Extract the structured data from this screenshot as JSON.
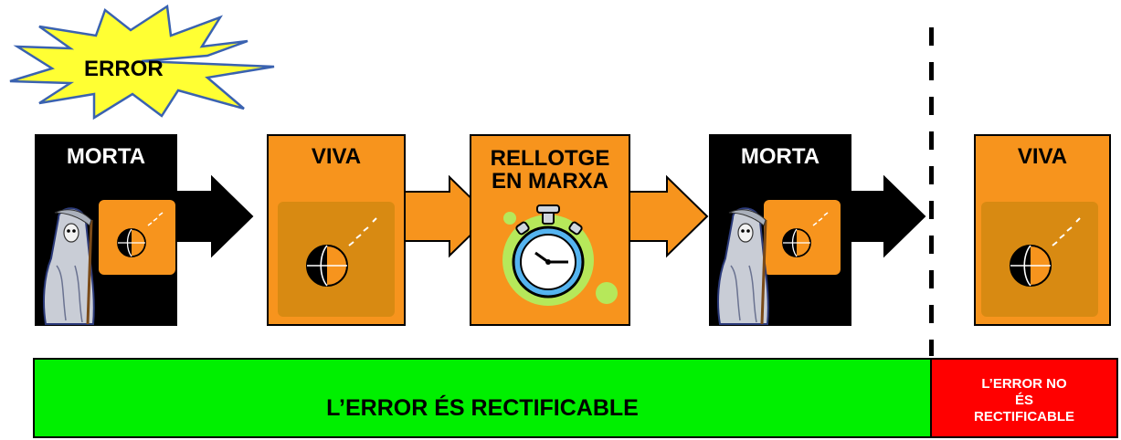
{
  "error_burst": {
    "label": "ERROR",
    "color": "#ffff33"
  },
  "states": [
    {
      "title": "MORTA",
      "kind": "dead",
      "icons": [
        "grim-reaper-icon",
        "basketball-icon"
      ]
    },
    {
      "title": "VIVA",
      "kind": "live",
      "icons": [
        "basketball-icon"
      ]
    },
    {
      "title": "RELLOTGE EN MARXA",
      "kind": "live",
      "icons": [
        "stopwatch-icon"
      ]
    },
    {
      "title": "MORTA",
      "kind": "dead",
      "icons": [
        "grim-reaper-icon",
        "basketball-icon"
      ]
    },
    {
      "title": "VIVA",
      "kind": "live",
      "icons": [
        "basketball-icon"
      ]
    }
  ],
  "bars": {
    "rectifiable": {
      "label": "L’ERROR ÉS RECTIFICABLE",
      "color": "#00f000"
    },
    "not_rectifiable": {
      "label": "L’ERROR NO ÉS RECTIFICABLE",
      "color": "#ff0000"
    }
  },
  "colors": {
    "dead": "#000000",
    "live": "#f7941d"
  }
}
